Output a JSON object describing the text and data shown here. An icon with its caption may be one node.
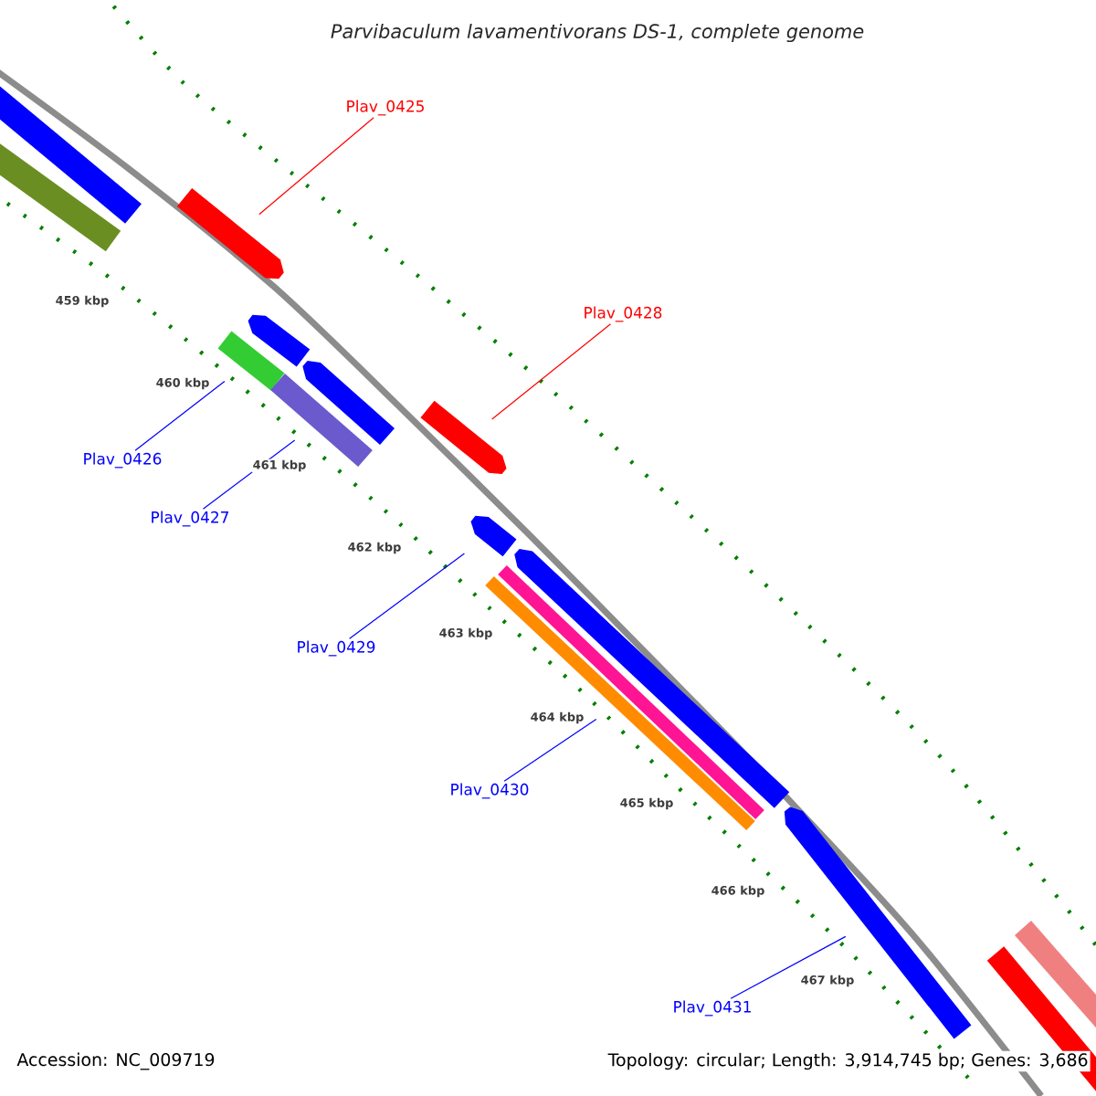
{
  "diagram": {
    "title": "Parvibaculum lavamentivorans DS-1, complete genome",
    "nodes": [
      {
        "text": [
          "Plav_0425"
        ]
      },
      {
        "text": [
          "Plav_0428"
        ]
      },
      {
        "text": [
          "Plav_0426"
        ]
      },
      {
        "text": [
          "Plav_0427"
        ]
      },
      {
        "text": [
          "Plav_0429"
        ]
      },
      {
        "text": [
          "Plav_0430"
        ]
      },
      {
        "text": [
          "Plav_0431"
        ]
      },
      {
        "text": [],
        "shape": "bar"
      },
      {
        "text": [],
        "shape": "bar"
      },
      {
        "text": [],
        "shape": "arrow"
      },
      {
        "text": [],
        "shape": "arrow"
      },
      {
        "text": [],
        "shape": "arrow"
      },
      {
        "text": [],
        "shape": "bar"
      },
      {
        "text": [],
        "shape": "bar"
      },
      {
        "text": [],
        "shape": "arrow"
      },
      {
        "text": [],
        "shape": "arrow"
      },
      {
        "text": [],
        "shape": "arrow"
      },
      {
        "text": [],
        "shape": "bar"
      },
      {
        "text": [],
        "shape": "bar"
      },
      {
        "text": [],
        "shape": "arrow"
      },
      {
        "text": [],
        "shape": "bar"
      },
      {
        "text": [],
        "shape": "bar"
      }
    ],
    "edges": [
      {
        "from": 0,
        "to": 9,
        "arrow": "none",
        "color": "#ff0000"
      },
      {
        "from": 1,
        "to": 14,
        "arrow": "none",
        "color": "#ff0000"
      },
      {
        "from": 2,
        "to": 12,
        "arrow": "none"
      },
      {
        "from": 3,
        "to": 13,
        "arrow": "none"
      },
      {
        "from": 4,
        "to": 15,
        "arrow": "none"
      },
      {
        "from": 5,
        "to": 18,
        "arrow": "none"
      },
      {
        "from": 6,
        "to": 19,
        "arrow": "none"
      }
    ],
    "labels": [
      "459 kbp",
      "460 kbp",
      "461 kbp",
      "462 kbp",
      "463 kbp",
      "464 kbp",
      "465 kbp",
      "466 kbp",
      "467 kbp",
      "Accession: NC_009719",
      "Topology: circular; Length: 3,914,745 bp; Genes: 3,686"
    ]
  }
}
